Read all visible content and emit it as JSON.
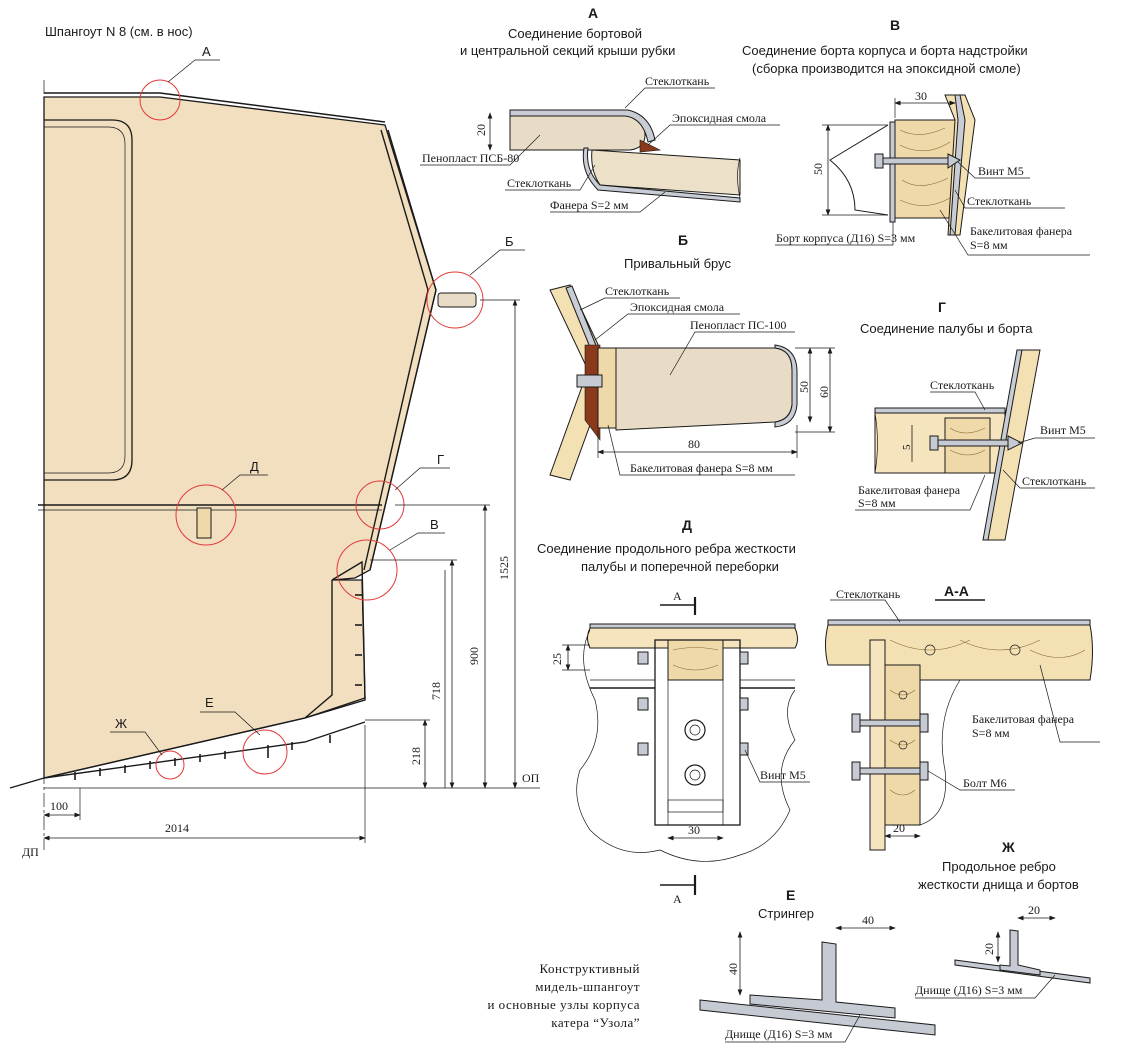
{
  "main": {
    "frame_label": "Шпангоут N 8  (см. в нос)",
    "node_a": "А",
    "node_b": "Б",
    "node_g": "Г",
    "node_v": "В",
    "node_d": "Д",
    "node_e": "Е",
    "node_zh": "Ж",
    "dim_1525": "1525",
    "dim_900": "900",
    "dim_718": "718",
    "dim_218": "218",
    "dim_100": "100",
    "dim_2014": "2014",
    "op": "ОП",
    "dp": "ДП"
  },
  "detail_a": {
    "letter": "А",
    "title_1": "Соединение бортовой",
    "title_2": "и центральной секций крыши рубки",
    "steklotkan_top": "Стеклоткань",
    "epoxy": "Эпоксидная смола",
    "dim_20": "20",
    "foam": "Пенопласт ПСБ-80",
    "steklotkan_bottom": "Стеклоткань",
    "plywood": "Фанера S=2 мм"
  },
  "detail_v": {
    "letter": "В",
    "title_1": "Соединение борта корпуса и борта надстройки",
    "title_2": "(сборка производится на эпоксидной смоле)",
    "dim_30": "30",
    "dim_50": "50",
    "screw": "Винт М5",
    "steklotkan": "Стеклоткань",
    "bakelite_1": "Бакелитовая фанера",
    "bakelite_2": "S=8 мм",
    "hull_side": "Борт корпуса (Д16) S=3 мм"
  },
  "detail_b": {
    "letter": "Б",
    "title": "Привальный брус",
    "steklotkan": "Стеклоткань",
    "epoxy": "Эпоксидная смола",
    "foam": "Пенопласт ПС-100",
    "dim_50": "50",
    "dim_60": "60",
    "dim_80": "80",
    "bakelite": "Бакелитовая фанера S=8 мм"
  },
  "detail_g": {
    "letter": "Г",
    "title": "Соединение палубы и борта",
    "steklotkan_top": "Стеклоткань",
    "screw": "Винт М5",
    "dim_5": "5",
    "steklotkan_bottom": "Стеклоткань",
    "bakelite_1": "Бакелитовая фанера",
    "bakelite_2": "S=8 мм"
  },
  "detail_d": {
    "letter": "Д",
    "title_1": "Соединение продольного ребра жесткости",
    "title_2": "палубы и поперечной переборки",
    "section_mark": "А",
    "dim_25": "25",
    "dim_30": "30",
    "screw": "Винт М5"
  },
  "detail_aa": {
    "title": "А-А",
    "steklotkan": "Стеклоткань",
    "bakelite_1": "Бакелитовая фанера",
    "bakelite_2": "S=8 мм",
    "bolt": "Болт М6",
    "dim_20": "20"
  },
  "detail_zh": {
    "letter": "Ж",
    "title_1": "Продольное ребро",
    "title_2": "жесткости днища и бортов",
    "dim_20a": "20",
    "dim_20b": "20",
    "bottom": "Днище (Д16) S=3 мм"
  },
  "detail_e": {
    "letter": "Е",
    "title": "Стрингер",
    "dim_40a": "40",
    "dim_40b": "40",
    "bottom": "Днище (Д16) S=3 мм"
  },
  "caption": {
    "line_1": "Конструктивный",
    "line_2": "мидель-шпангоут",
    "line_3": "и основные узлы корпуса",
    "line_4": "катера “Узола”"
  }
}
